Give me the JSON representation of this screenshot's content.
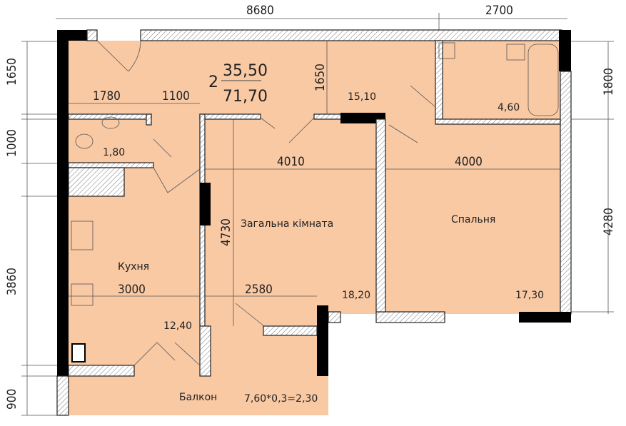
{
  "colors": {
    "floor": "#f9c9a4",
    "wall_solid": "#000000",
    "hatch": "#555555"
  },
  "apartment": {
    "rooms_count": "2",
    "living_area": "35,50",
    "total_area": "71,70"
  },
  "dimensions": {
    "top_left": "8680",
    "top_right": "2700",
    "left": [
      "1650",
      "1000",
      "3860",
      "900"
    ],
    "right": [
      "1800",
      "4280"
    ],
    "hall_1780": "1780",
    "hall_1100": "1100",
    "hall_1650": "1650",
    "living_width": "4010",
    "living_height": "4730",
    "living_lower": "2580",
    "bedroom_width": "4000",
    "kitchen_width": "3000"
  },
  "rooms": [
    {
      "name": "",
      "area": "15,10"
    },
    {
      "name": "",
      "area": "4,60"
    },
    {
      "name": "",
      "area": "1,80"
    },
    {
      "name": "Загальна кімната",
      "area": "18,20"
    },
    {
      "name": "Спальня",
      "area": "17,30"
    },
    {
      "name": "Кухня",
      "area": "12,40"
    },
    {
      "name": "Балкон",
      "area": "7,60*0,3=2,30"
    }
  ]
}
